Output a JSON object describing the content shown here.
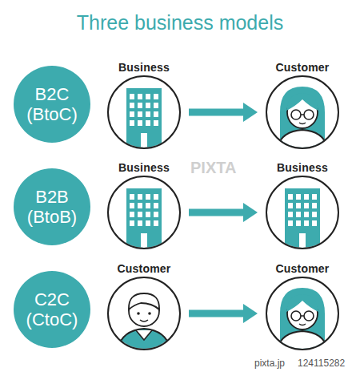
{
  "diagram": {
    "title": "Three business models",
    "nodes": [
      {
        "text": [
          "B2C (BtoC)"
        ]
      },
      {
        "text": [
          "Business"
        ]
      },
      {
        "text": [
          "Customer"
        ]
      },
      {
        "text": [
          "B2B (BtoB)"
        ]
      },
      {
        "text": [
          "Business"
        ]
      },
      {
        "text": [
          "Business"
        ]
      },
      {
        "text": [
          "C2C (CtoC)"
        ]
      },
      {
        "text": [
          "Customer"
        ]
      },
      {
        "text": [
          "Customer"
        ]
      }
    ],
    "edges": [
      {
        "from": 1,
        "to": 2,
        "arrow": "to"
      },
      {
        "from": 4,
        "to": 5,
        "arrow": "to"
      },
      {
        "from": 7,
        "to": 8,
        "arrow": "to"
      }
    ],
    "labels": [
      "PIXTA",
      "pixta.jp",
      "124115282"
    ]
  }
}
